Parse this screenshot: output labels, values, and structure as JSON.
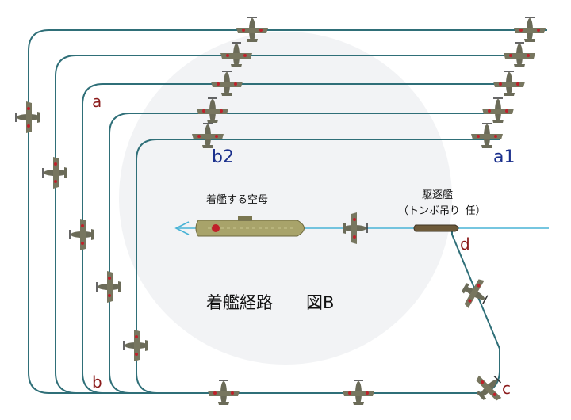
{
  "labels": {
    "a": "a",
    "b": "b",
    "a1": "a1",
    "b2": "b2",
    "c": "c",
    "d": "d",
    "carrier": "着艦する空母",
    "destroyer": "駆逐艦",
    "destroyer_sub": "（トンボ吊り_任）",
    "title": "着艦経路　　図B"
  },
  "colors": {
    "path": "#2f6f78",
    "arrow": "#49b3d6",
    "label_red": "#8b1a1a",
    "label_blue": "#1a2f8c",
    "carrier_deck": "#a8a36a",
    "aircraft": "#6b6b58",
    "hinomaru": "#c0202a"
  }
}
